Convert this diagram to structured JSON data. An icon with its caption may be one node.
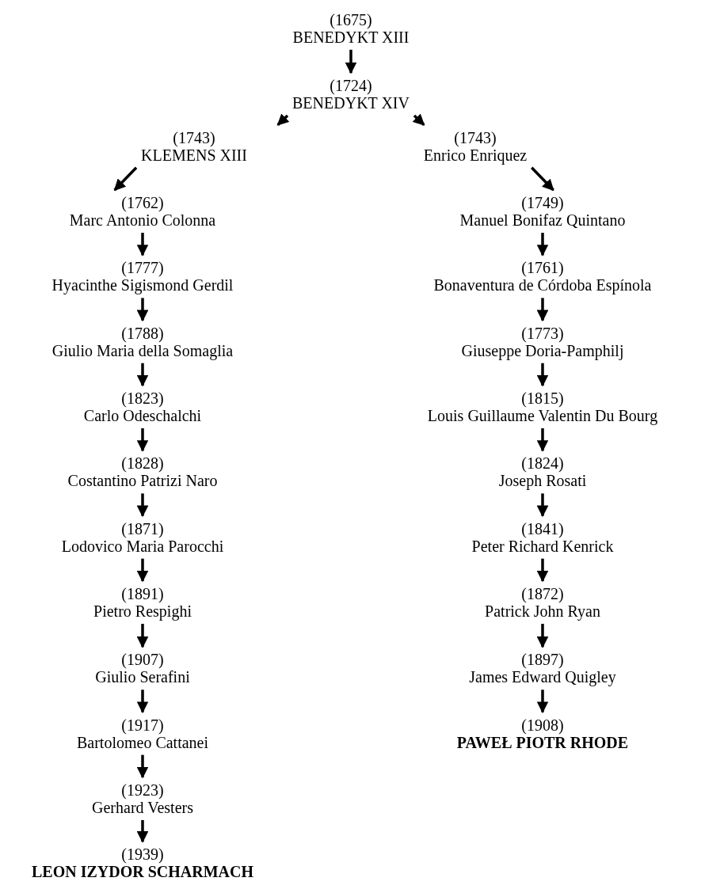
{
  "diagram": {
    "nodes": [
      {
        "text": [
          "(1675)",
          "BENEDYKT XIII"
        ]
      },
      {
        "text": [
          "(1724)",
          "BENEDYKT XIV"
        ]
      },
      {
        "text": [
          "(1743)",
          "KLEMENS XIII"
        ]
      },
      {
        "text": [
          "(1762)",
          "Marc Antonio Colonna"
        ]
      },
      {
        "text": [
          "(1777)",
          "Hyacinthe Sigismond Gerdil"
        ]
      },
      {
        "text": [
          "(1788)",
          "Giulio Maria della Somaglia"
        ]
      },
      {
        "text": [
          "(1823)",
          "Carlo Odeschalchi"
        ]
      },
      {
        "text": [
          "(1828)",
          "Costantino Patrizi Naro"
        ]
      },
      {
        "text": [
          "(1871)",
          "Lodovico Maria Parocchi"
        ]
      },
      {
        "text": [
          "(1891)",
          "Pietro Respighi"
        ]
      },
      {
        "text": [
          "(1907)",
          "Giulio Serafini"
        ]
      },
      {
        "text": [
          "(1917)",
          "Bartolomeo Cattanei"
        ]
      },
      {
        "text": [
          "(1923)",
          "Gerhard Vesters"
        ]
      },
      {
        "text": [
          "(1939)",
          "LEON IZYDOR SCHARMACH"
        ]
      },
      {
        "text": [
          "(1743)",
          "Enrico Enriquez"
        ]
      },
      {
        "text": [
          "(1749)",
          "Manuel Bonifaz Quintano"
        ]
      },
      {
        "text": [
          "(1761)",
          "Bonaventura de Córdoba Espínola"
        ]
      },
      {
        "text": [
          "(1773)",
          "Giuseppe Doria-Pamphilj"
        ]
      },
      {
        "text": [
          "(1815)",
          "Louis Guillaume Valentin Du Bourg"
        ]
      },
      {
        "text": [
          "(1824)",
          "Joseph Rosati"
        ]
      },
      {
        "text": [
          "(1841)",
          "Peter Richard Kenrick"
        ]
      },
      {
        "text": [
          "(1872)",
          "Patrick John Ryan"
        ]
      },
      {
        "text": [
          "(1897)",
          "James Edward Quigley"
        ]
      },
      {
        "text": [
          "(1908)",
          "PAWEŁ PIOTR RHODE"
        ]
      }
    ],
    "edges": [
      {
        "from": 0,
        "to": 1,
        "arrow": "to"
      },
      {
        "from": 1,
        "to": 2,
        "arrow": "to"
      },
      {
        "from": 1,
        "to": 14,
        "arrow": "to"
      },
      {
        "from": 2,
        "to": 3,
        "arrow": "to"
      },
      {
        "from": 3,
        "to": 4,
        "arrow": "to"
      },
      {
        "from": 4,
        "to": 5,
        "arrow": "to"
      },
      {
        "from": 5,
        "to": 6,
        "arrow": "to"
      },
      {
        "from": 6,
        "to": 7,
        "arrow": "to"
      },
      {
        "from": 7,
        "to": 8,
        "arrow": "to"
      },
      {
        "from": 8,
        "to": 9,
        "arrow": "to"
      },
      {
        "from": 9,
        "to": 10,
        "arrow": "to"
      },
      {
        "from": 10,
        "to": 11,
        "arrow": "to"
      },
      {
        "from": 11,
        "to": 12,
        "arrow": "to"
      },
      {
        "from": 12,
        "to": 13,
        "arrow": "to"
      },
      {
        "from": 14,
        "to": 15,
        "arrow": "to"
      },
      {
        "from": 15,
        "to": 16,
        "arrow": "to"
      },
      {
        "from": 16,
        "to": 17,
        "arrow": "to"
      },
      {
        "from": 17,
        "to": 18,
        "arrow": "to"
      },
      {
        "from": 18,
        "to": 19,
        "arrow": "to"
      },
      {
        "from": 19,
        "to": 20,
        "arrow": "to"
      },
      {
        "from": 20,
        "to": 21,
        "arrow": "to"
      },
      {
        "from": 21,
        "to": 22,
        "arrow": "to"
      },
      {
        "from": 22,
        "to": 23,
        "arrow": "to"
      }
    ]
  }
}
